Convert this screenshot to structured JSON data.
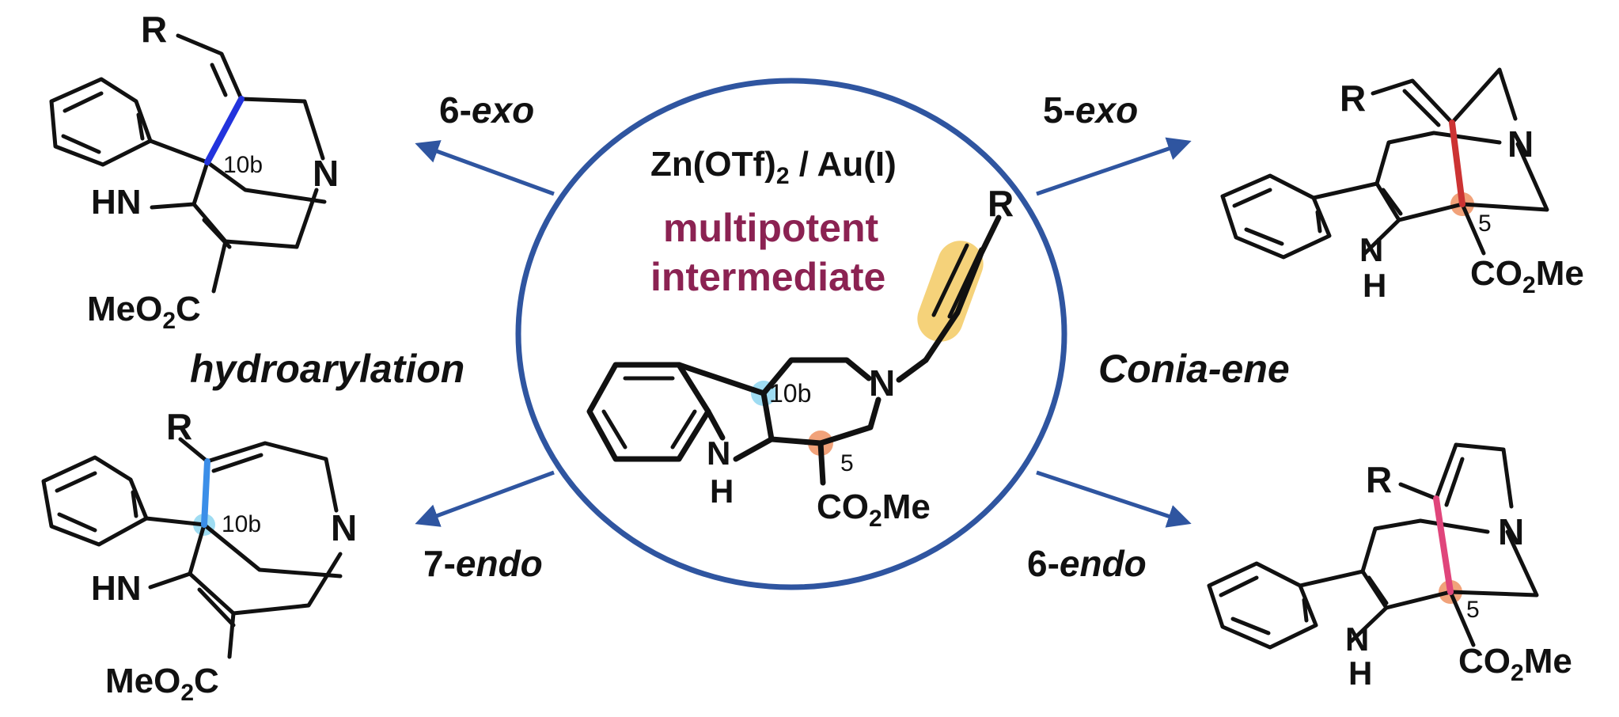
{
  "center": {
    "reagent_main": "Zn(OTf)",
    "reagent_sub": "2",
    "reagent_tail": " / Au(I)",
    "title_line1": "multipotent",
    "title_line2": "intermediate",
    "label_r": "R",
    "label_n": "N",
    "label_nh_n": "N",
    "label_nh_h": "H",
    "label_10b": "10b",
    "label_5": "5",
    "ester_co": "CO",
    "ester_2": "2",
    "ester_me": "Me"
  },
  "pathways": {
    "tl": {
      "num": "6-",
      "mode": "exo"
    },
    "bl": {
      "num": "7-",
      "mode": "endo"
    },
    "tr": {
      "num": "5-",
      "mode": "exo"
    },
    "br": {
      "num": "6-",
      "mode": "endo"
    }
  },
  "reactions": {
    "left": "hydroarylation",
    "right": "Conia-ene"
  },
  "products": {
    "tl": {
      "r": "R",
      "n": "N",
      "hn": "HN",
      "label_10b": "10b",
      "ester_meo": "MeO",
      "ester_2": "2",
      "ester_c": "C"
    },
    "bl": {
      "r": "R",
      "n": "N",
      "hn": "HN",
      "label_10b": "10b",
      "ester_meo": "MeO",
      "ester_2": "2",
      "ester_c": "C"
    },
    "tr": {
      "r": "R",
      "n": "N",
      "nh_n": "N",
      "nh_h": "H",
      "label_5": "5",
      "ester_co": "CO",
      "ester_2": "2",
      "ester_me": "Me"
    },
    "br": {
      "r": "R",
      "n": "N",
      "nh_n": "N",
      "nh_h": "H",
      "label_5": "5",
      "ester_co": "CO",
      "ester_2": "2",
      "ester_me": "Me"
    }
  },
  "colors": {
    "circle": "#2f55a0",
    "arrow": "#2f55a0",
    "title": "#8b2252",
    "alkyne_highlight": "#f5d27a",
    "c10b_highlight": "#9fdcf2",
    "c5_highlight": "#f1a27a",
    "bond_blue": "#2233dd",
    "bond_lightblue": "#3b8ee8",
    "bond_red": "#cc3333",
    "bond_pink": "#e0457b"
  }
}
